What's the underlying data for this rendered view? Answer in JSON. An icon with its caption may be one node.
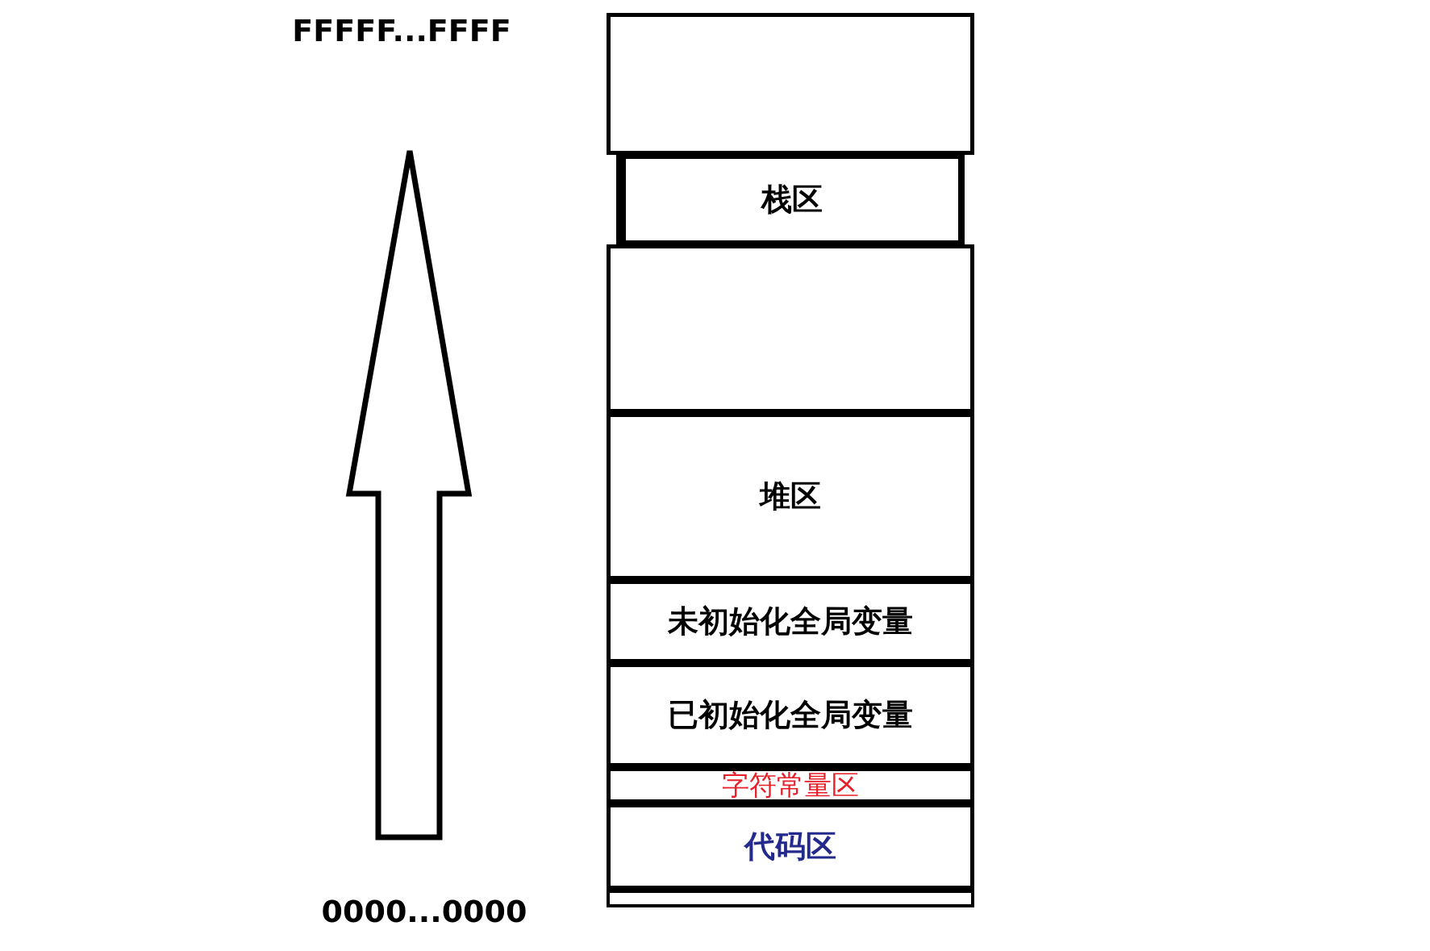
{
  "diagram": {
    "nodes": [
      {
        "text": [],
        "shape": "box"
      },
      {
        "text": [
          "栈区"
        ]
      },
      {
        "text": [],
        "shape": "box"
      },
      {
        "text": [
          "堆区"
        ]
      },
      {
        "text": [
          "未初始化全局变量"
        ]
      },
      {
        "text": [
          "已初始化全局变量"
        ]
      },
      {
        "text": [
          "字符常量区"
        ]
      },
      {
        "text": [
          "代码区"
        ]
      },
      {
        "text": [],
        "shape": "bar"
      }
    ],
    "edges": [],
    "labels": [
      "FFFFF...FFFF",
      "0000...0000"
    ]
  }
}
